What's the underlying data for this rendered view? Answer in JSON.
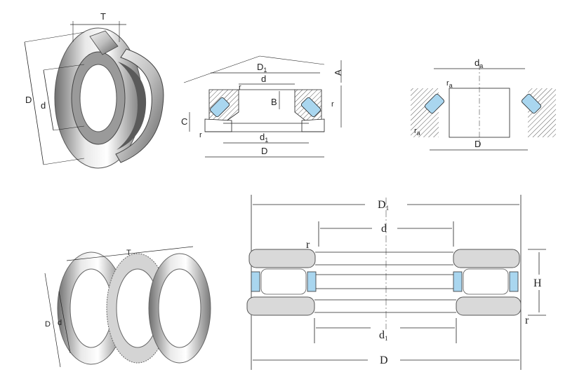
{
  "panel_3d_bearing": {
    "labels": {
      "T": "T",
      "D": "D",
      "d": "d"
    }
  },
  "panel_section": {
    "labels": {
      "D1": "D",
      "D1_sub": "1",
      "d": "d",
      "r": "r",
      "A": "A",
      "B": "B",
      "C": "C",
      "r_left": "r",
      "r_right": "r",
      "d1": "d",
      "d1_sub": "1",
      "D": "D"
    }
  },
  "panel_mount": {
    "labels": {
      "da": "d",
      "da_sub": "a",
      "ra": "r",
      "ra_sub": "a",
      "ra2": "r",
      "ra2_sub": "a",
      "D": "D"
    }
  },
  "panel_needle": {
    "labels": {
      "T": "T",
      "D": "D",
      "d": "d"
    }
  },
  "panel_large": {
    "labels": {
      "D1": "D",
      "D1_sub": "1",
      "d": "d",
      "r_top": "r",
      "H": "H",
      "d1": "d",
      "d1_sub": "1",
      "r_bottom": "r",
      "D": "D"
    }
  },
  "colors": {
    "roller": "#a9d6ef",
    "ring": "#d9d9d9",
    "line": "#222222"
  }
}
